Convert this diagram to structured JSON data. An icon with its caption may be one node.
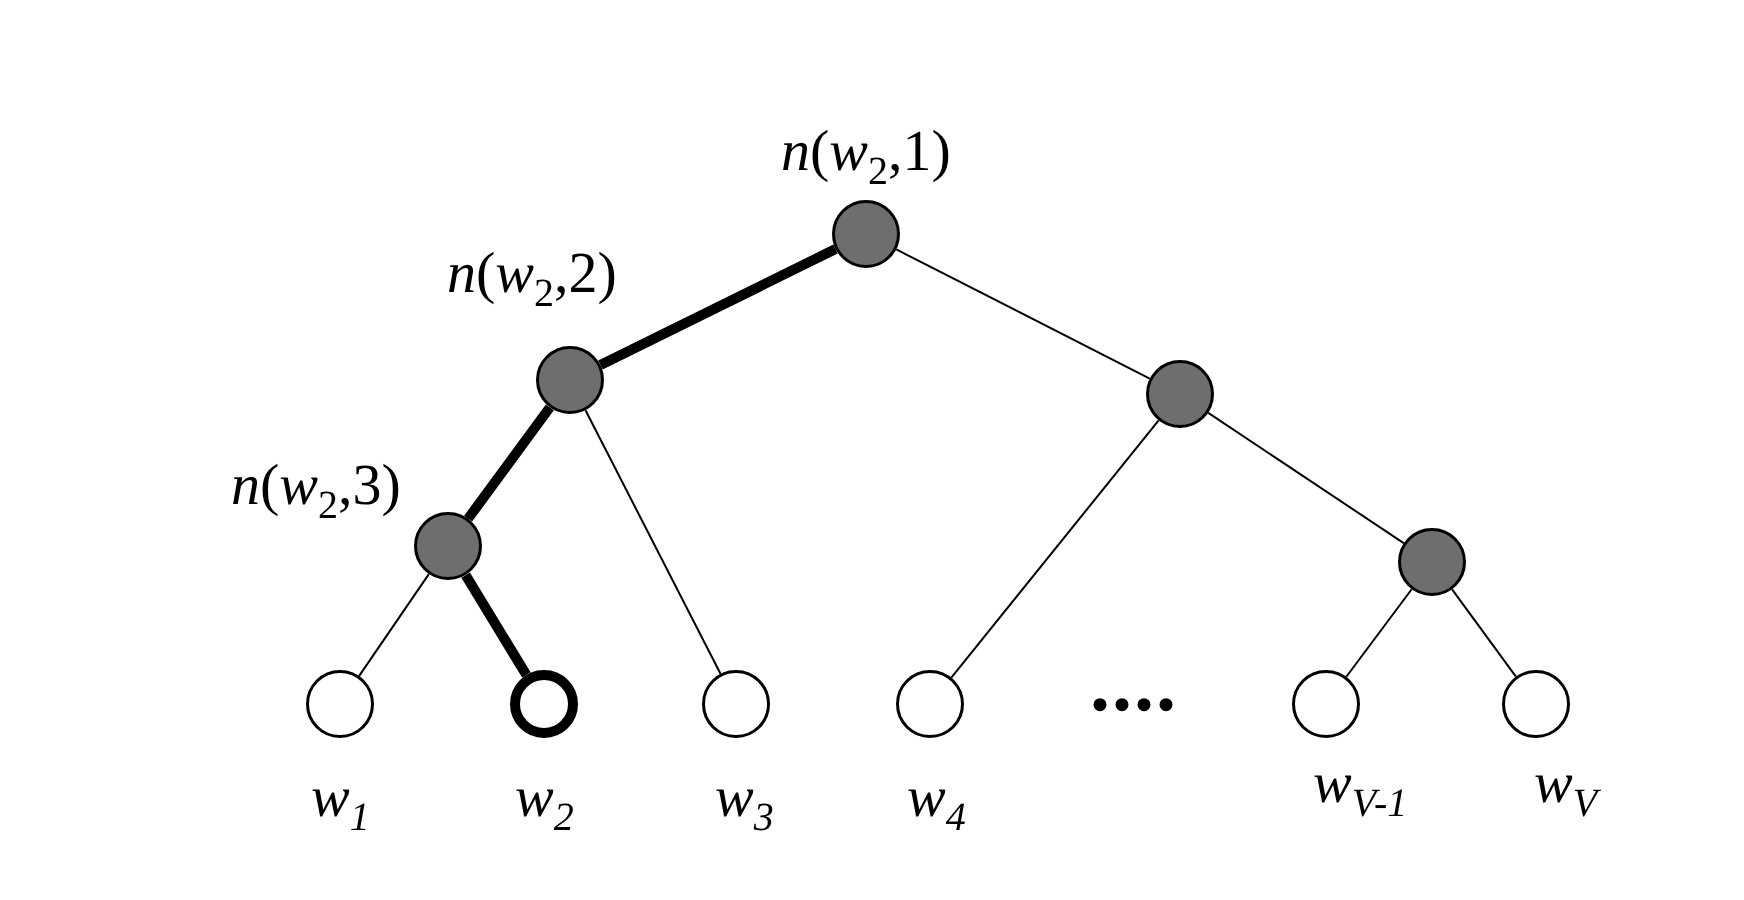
{
  "diagram": {
    "nodes": [
      {
        "text": [],
        "shape": "circle",
        "beside": [
          "*n*(*w*$_{2}$,1)"
        ]
      },
      {
        "text": [],
        "shape": "circle",
        "beside": [
          "*n*(*w*$_{2}$,2)"
        ]
      },
      {
        "text": [],
        "shape": "circle"
      },
      {
        "text": [],
        "shape": "circle",
        "beside": [
          "*n*(*w*$_{2}$,3)"
        ]
      },
      {
        "text": [],
        "shape": "circle"
      },
      {
        "text": [],
        "shape": "circle",
        "beside": [
          "w$_{1}$"
        ]
      },
      {
        "text": [],
        "shape": "circle",
        "beside": [
          "w$_{2}$"
        ]
      },
      {
        "text": [],
        "shape": "circle",
        "beside": [
          "w$_{3}$"
        ]
      },
      {
        "text": [],
        "shape": "circle",
        "beside": [
          "w$_{4}$"
        ]
      },
      {
        "text": [],
        "shape": "circle",
        "beside": [
          "w$_{V-1}$"
        ]
      },
      {
        "text": [],
        "shape": "circle",
        "beside": [
          "w$_{V}$"
        ]
      }
    ],
    "edges": [
      {
        "from": 0,
        "to": 1,
        "arrow": "none",
        "style": "thick"
      },
      {
        "from": 0,
        "to": 2,
        "arrow": "none"
      },
      {
        "from": 1,
        "to": 3,
        "arrow": "none",
        "style": "thick"
      },
      {
        "from": 1,
        "to": 7,
        "arrow": "none"
      },
      {
        "from": 3,
        "to": 5,
        "arrow": "none"
      },
      {
        "from": 3,
        "to": 6,
        "arrow": "none",
        "style": "thick"
      },
      {
        "from": 2,
        "to": 8,
        "arrow": "none"
      },
      {
        "from": 2,
        "to": 4,
        "arrow": "none"
      },
      {
        "from": 4,
        "to": 9,
        "arrow": "none"
      },
      {
        "from": 4,
        "to": 10,
        "arrow": "none"
      }
    ],
    "labels": [
      "...."
    ]
  }
}
